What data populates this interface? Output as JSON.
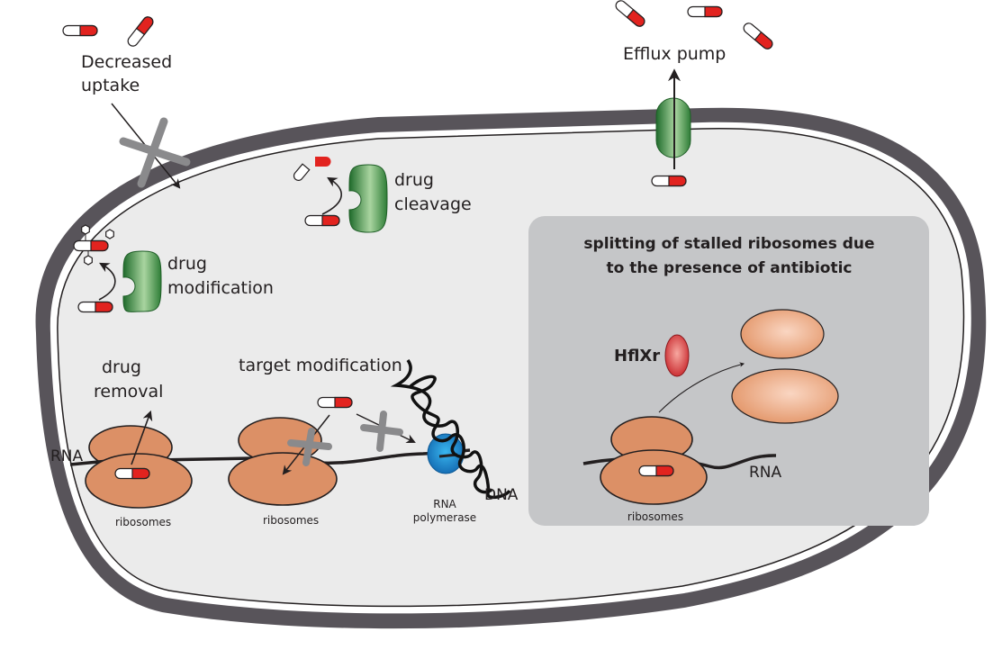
{
  "figure": {
    "title": "Mechanisms of antibiotic resistance in a bacterial cell",
    "colors": {
      "cell_wall": "#58545a",
      "cytoplasm": "#ebebeb",
      "inset_panel": "#c5c6c8",
      "pill_red": "#e2231f",
      "pill_white": "#ffffff",
      "enzyme_green": "#2e8b3a",
      "ribosome": "#dc9066",
      "rna_polymerase": "#1a8fd1",
      "hflxr": "#c8262b",
      "block_cross": "#8a8a8c",
      "text": "#231f20"
    }
  },
  "labels": {
    "decreased_uptake_line1": "Decreased",
    "decreased_uptake_line2": "uptake",
    "efflux_pump": "Efflux pump",
    "drug_cleavage_line1": "drug",
    "drug_cleavage_line2": "cleavage",
    "drug_modification_line1": "drug",
    "drug_modification_line2": "modification",
    "drug_removal_line1": "drug",
    "drug_removal_line2": "removal",
    "target_modification": "target modification",
    "rna_left": "RNA",
    "ribosomes_1": "ribosomes",
    "ribosomes_2": "ribosomes",
    "rna_polymerase_line1": "RNA",
    "rna_polymerase_line2": "polymerase",
    "dna": "DNA"
  },
  "inset": {
    "title_line1": "splitting of stalled ribosomes due",
    "title_line2": "to the presence of antibiotic",
    "hflxr": "HflXr",
    "rna": "RNA",
    "ribosomes": "ribosomes"
  },
  "mechanisms": [
    "Decreased uptake",
    "Efflux pump",
    "drug cleavage",
    "drug modification",
    "drug removal",
    "target modification",
    "splitting of stalled ribosomes"
  ]
}
